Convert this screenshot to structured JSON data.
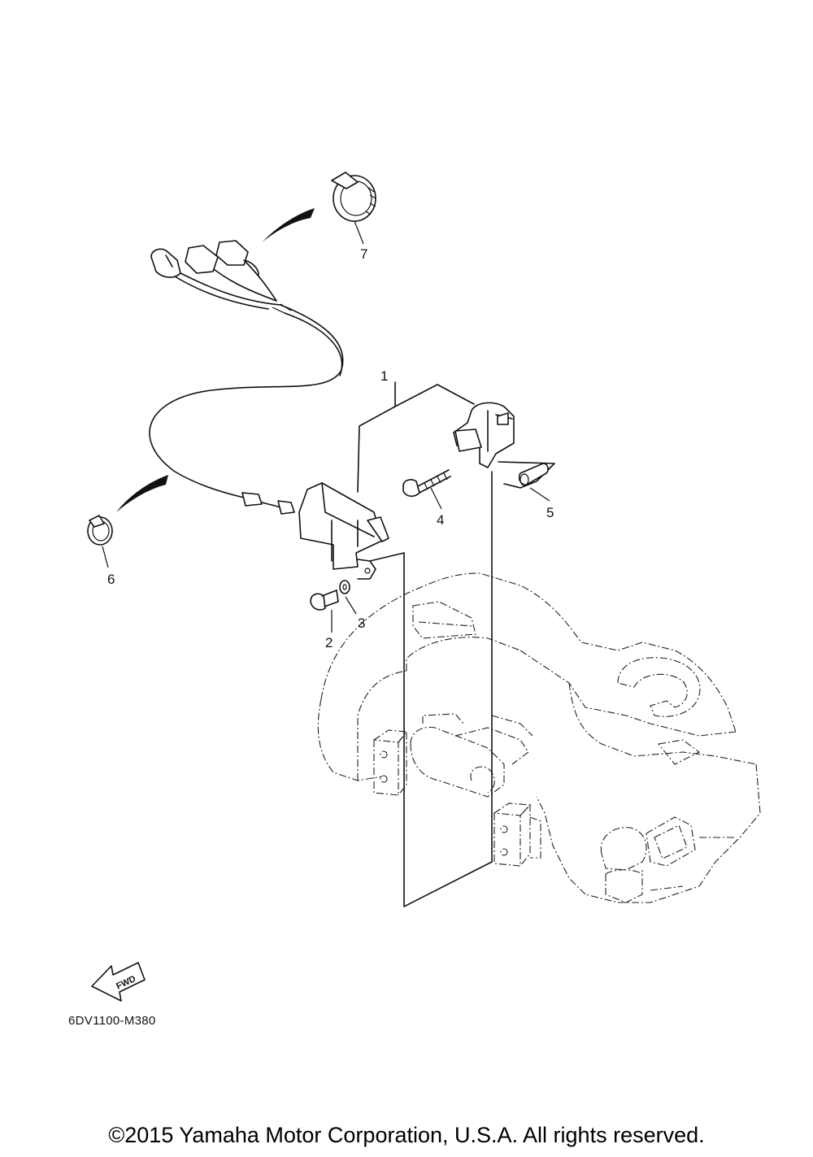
{
  "callouts": [
    "1",
    "2",
    "3",
    "4",
    "5",
    "6",
    "7"
  ],
  "fwd_label": "FWD",
  "diagram_code": "6DV1100-M380",
  "copyright": "©2015 Yamaha Motor Corporation, U.S.A. All rights reserved."
}
